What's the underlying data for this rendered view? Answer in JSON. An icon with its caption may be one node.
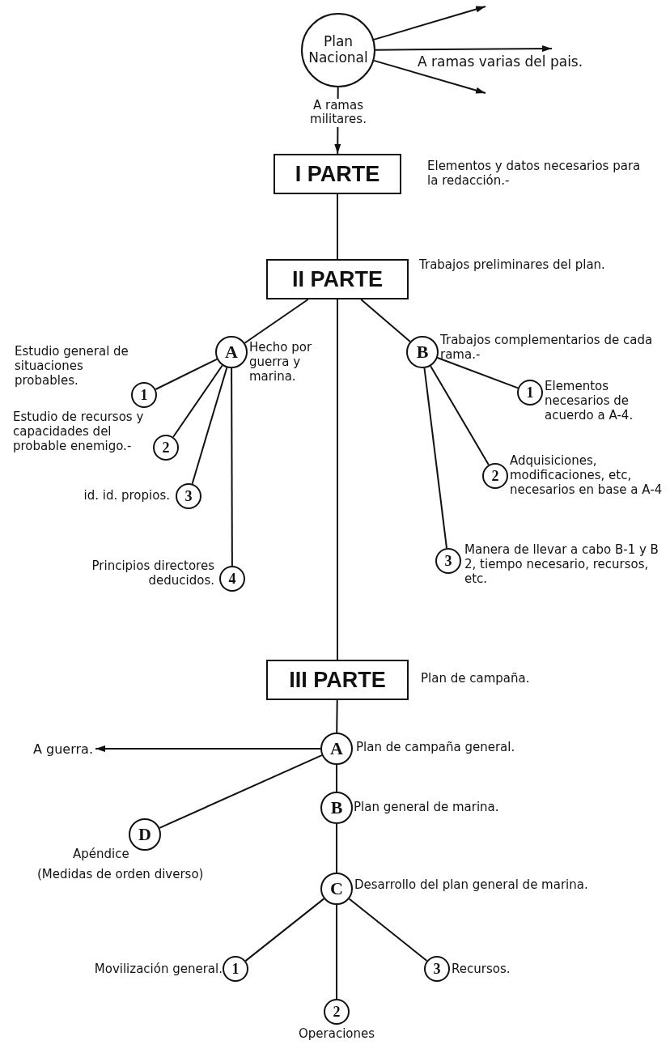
{
  "diagram": {
    "nodes": [
      {
        "text": [
          "Plan Nacional"
        ]
      },
      {
        "text": [
          "I PARTE"
        ],
        "beside": [
          "Elementos y datos necesarios para la redacción.-"
        ]
      },
      {
        "text": [
          "II PARTE"
        ],
        "beside": [
          "Trabajos preliminares del plan."
        ]
      },
      {
        "text": [
          "A"
        ],
        "beside": [
          "Hecho por guerra y marina."
        ]
      },
      {
        "text": [
          "1"
        ],
        "beside": [
          "Estudio general de situaciones probables."
        ]
      },
      {
        "text": [
          "2"
        ],
        "beside": [
          "Estudio de recursos y capacidades del probable enemigo.-"
        ]
      },
      {
        "text": [
          "3"
        ],
        "beside": [
          "id. id. propios."
        ]
      },
      {
        "text": [
          "4"
        ],
        "beside": [
          "Principios directores deducidos."
        ]
      },
      {
        "text": [
          "B"
        ],
        "beside": [
          "Trabajos complementarios de cada rama.-"
        ]
      },
      {
        "text": [
          "1"
        ],
        "beside": [
          "Elementos necesarios de acuerdo a A-4."
        ]
      },
      {
        "text": [
          "2"
        ],
        "beside": [
          "Adquisiciones, modificaciones, etc, necesarios en base a A-4"
        ]
      },
      {
        "text": [
          "3"
        ],
        "beside": [
          "Manera de llevar a cabo B-1 y B 2, tiempo necesario, recursos, etc."
        ]
      },
      {
        "text": [
          "III PARTE"
        ],
        "beside": [
          "Plan de campaña."
        ]
      },
      {
        "text": [
          "A"
        ],
        "beside": [
          "Plan de campaña general."
        ]
      },
      {
        "text": [
          "A guerra."
        ]
      },
      {
        "text": [
          "D"
        ],
        "beside": [
          "Apéndice",
          "(Medidas de orden diverso)"
        ]
      },
      {
        "text": [
          "B"
        ],
        "beside": [
          "Plan general de marina."
        ]
      },
      {
        "text": [
          "C"
        ],
        "beside": [
          "Desarrollo del plan general de marina."
        ]
      },
      {
        "text": [
          "1"
        ],
        "beside": [
          "Movilización general."
        ]
      },
      {
        "text": [
          "2"
        ],
        "beside": [
          "Operaciones"
        ]
      },
      {
        "text": [
          "3"
        ],
        "beside": [
          "Recursos."
        ]
      }
    ],
    "edges": [
      {
        "from": 0,
        "to": 1,
        "arrow": "to",
        "label": "A ramas militares."
      },
      {
        "from": 0,
        "to": null,
        "arrow": "to"
      },
      {
        "from": 0,
        "to": null,
        "arrow": "to",
        "label": "A ramas varias del pais."
      },
      {
        "from": 0,
        "to": null,
        "arrow": "to"
      },
      {
        "from": 1,
        "to": 2,
        "arrow": "none"
      },
      {
        "from": 2,
        "to": 3,
        "arrow": "none"
      },
      {
        "from": 2,
        "to": 8,
        "arrow": "none"
      },
      {
        "from": 2,
        "to": 12,
        "arrow": "none"
      },
      {
        "from": 3,
        "to": 4,
        "arrow": "none"
      },
      {
        "from": 3,
        "to": 5,
        "arrow": "none"
      },
      {
        "from": 3,
        "to": 6,
        "arrow": "none"
      },
      {
        "from": 3,
        "to": 7,
        "arrow": "none"
      },
      {
        "from": 8,
        "to": 9,
        "arrow": "none"
      },
      {
        "from": 8,
        "to": 10,
        "arrow": "none"
      },
      {
        "from": 8,
        "to": 11,
        "arrow": "none"
      },
      {
        "from": 12,
        "to": 13,
        "arrow": "none"
      },
      {
        "from": 13,
        "to": 14,
        "arrow": "to"
      },
      {
        "from": 13,
        "to": 15,
        "arrow": "none"
      },
      {
        "from": 13,
        "to": 16,
        "arrow": "none"
      },
      {
        "from": 16,
        "to": 17,
        "arrow": "none"
      },
      {
        "from": 17,
        "to": 18,
        "arrow": "none"
      },
      {
        "from": 17,
        "to": 19,
        "arrow": "none"
      },
      {
        "from": 17,
        "to": 20,
        "arrow": "none"
      }
    ]
  }
}
